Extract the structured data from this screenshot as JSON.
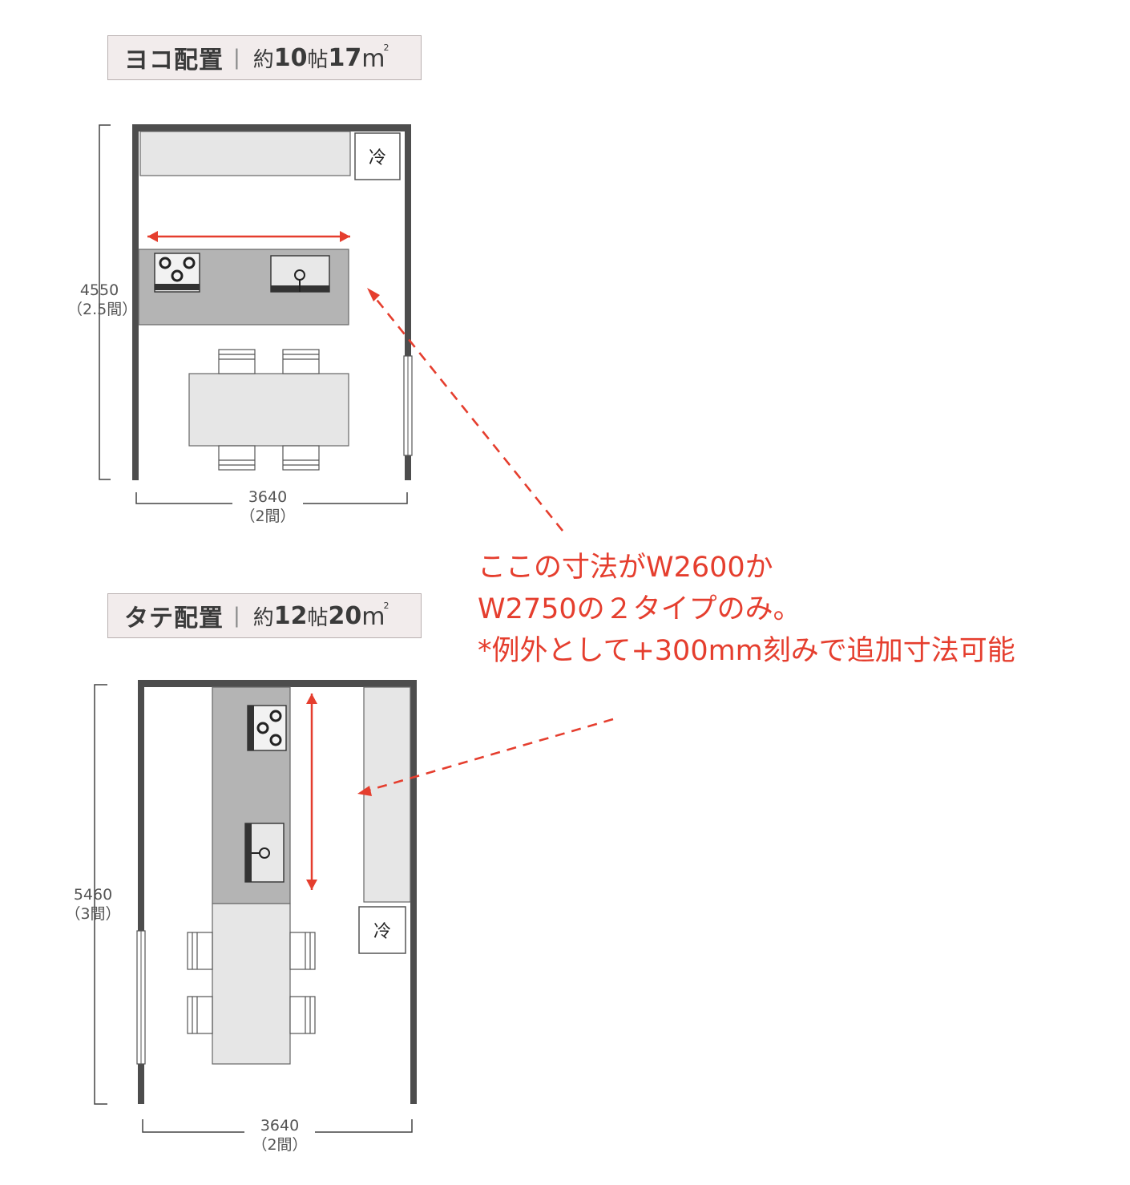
{
  "yoko": {
    "layout_name": "ヨコ配置",
    "size_prefix": "約",
    "jo_value": "10",
    "jo_unit": "帖",
    "area_value": "17",
    "area_unit": "m",
    "area_sup": "2",
    "height_mm": "4550",
    "height_ken": "（2.5間）",
    "width_mm": "3640",
    "width_ken": "（2間）",
    "fridge": "冷"
  },
  "tate": {
    "layout_name": "タテ配置",
    "size_prefix": "約",
    "jo_value": "12",
    "jo_unit": "帖",
    "area_value": "20",
    "area_unit": "m",
    "area_sup": "2",
    "height_mm": "5460",
    "height_ken": "（3間）",
    "width_mm": "3640",
    "width_ken": "（2間）",
    "fridge": "冷"
  },
  "annotation": {
    "line1": "ここの寸法がW2600か",
    "line2": "W2750の２タイプのみ。",
    "line3": "*例外として+300mm刻みで追加寸法可能"
  },
  "colors": {
    "accent_red": "#e53e2e",
    "wall": "#4d4d4d",
    "counter_light": "#e6e6e6",
    "counter_dark": "#b4b4b4",
    "label_bg": "#f2ecec"
  }
}
